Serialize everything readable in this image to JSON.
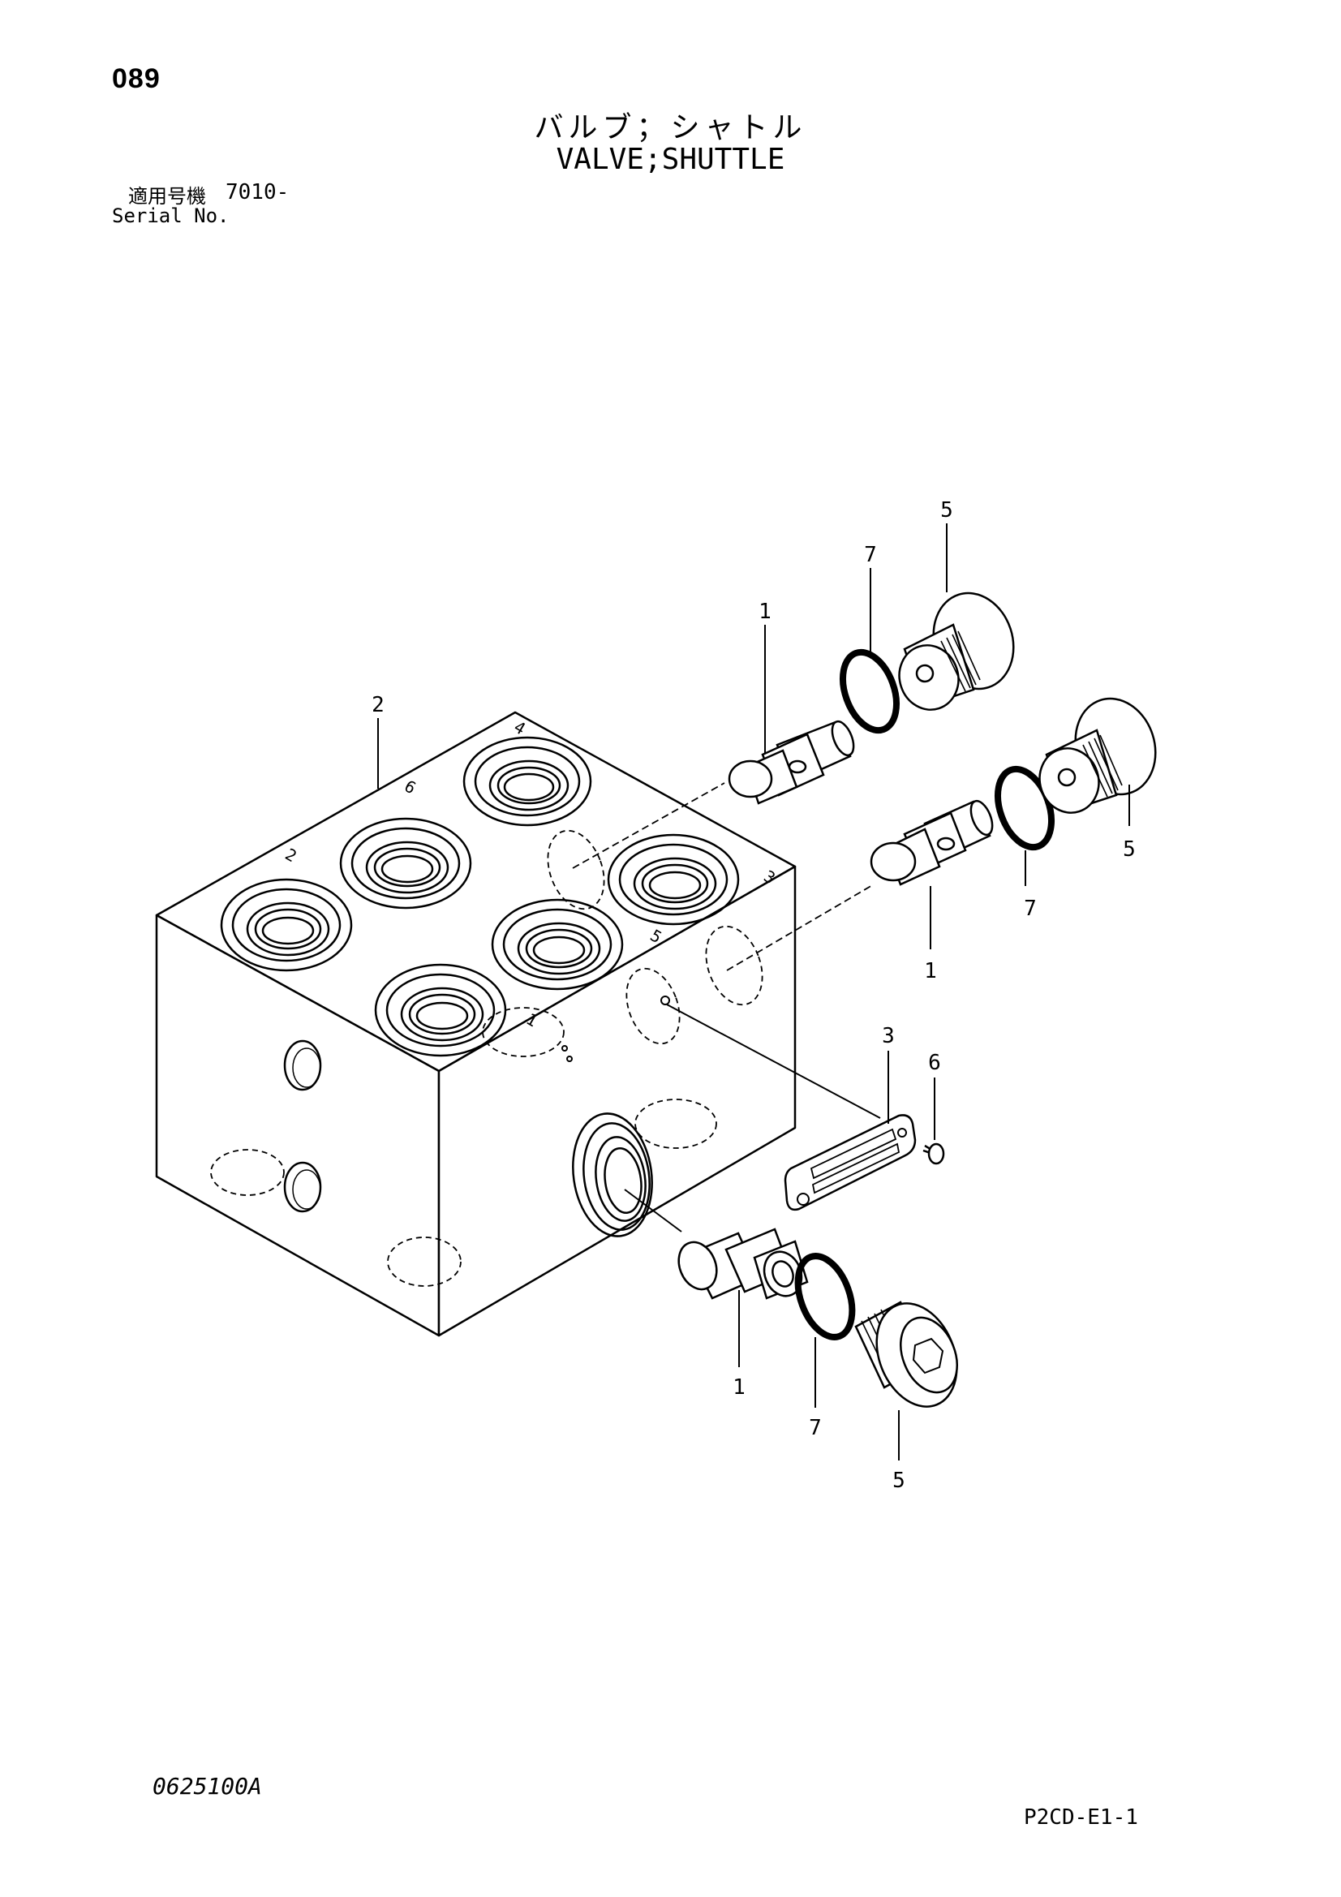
{
  "header": {
    "page_number": "089",
    "title_jp": "バルブ；シャトル",
    "title_en": "VALVE;SHUTTLE",
    "serial_label_jp": "適用号機",
    "serial_value": "7010-",
    "serial_label_en": "Serial No."
  },
  "diagram": {
    "port_numbers": [
      "4",
      "6",
      "2",
      "3",
      "5",
      "1"
    ],
    "callouts": {
      "valve_body": "2",
      "shuttle_upper": "1",
      "oring_upper": "7",
      "plug_upper": "5",
      "shuttle_middle": "1",
      "oring_middle": "7",
      "plug_middle": "5",
      "plate": "3",
      "screw": "6",
      "shuttle_lower": "1",
      "oring_lower": "7",
      "plug_lower": "5"
    }
  },
  "footer": {
    "drawing_code": "0625100A",
    "sheet_code": "P2CD-E1-1"
  }
}
